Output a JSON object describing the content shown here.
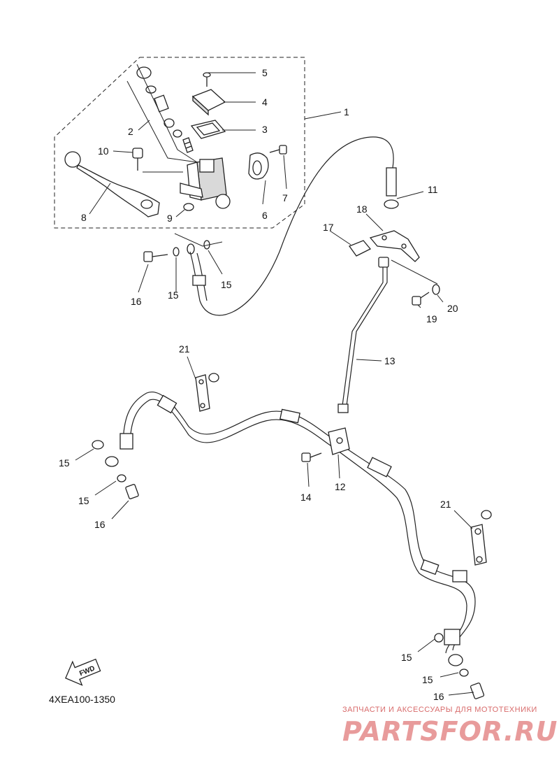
{
  "diagram": {
    "callouts": {
      "c1": "1",
      "c2": "2",
      "c3": "3",
      "c4": "4",
      "c5": "5",
      "c6": "6",
      "c7": "7",
      "c8": "8",
      "c9": "9",
      "c10": "10",
      "c11": "11",
      "c12": "12",
      "c13": "13",
      "c14": "14",
      "c15a": "15",
      "c15b": "15",
      "c15c": "15",
      "c15d": "15",
      "c15e": "15",
      "c15f": "15",
      "c16a": "16",
      "c16b": "16",
      "c16c": "16",
      "c17": "17",
      "c18": "18",
      "c19": "19",
      "c20": "20",
      "c21a": "21",
      "c21b": "21"
    },
    "fwd_label": "FWD",
    "diagram_code": "4XEA100-1350"
  },
  "watermark": {
    "top_text": "ЗАПЧАСТИ И АКСЕССУАРЫ ДЛЯ МОТОТЕХНИКИ",
    "logo_text": "PARTSFOR.RU"
  },
  "colors": {
    "line": "#222222",
    "watermark": "#e89b9b"
  }
}
